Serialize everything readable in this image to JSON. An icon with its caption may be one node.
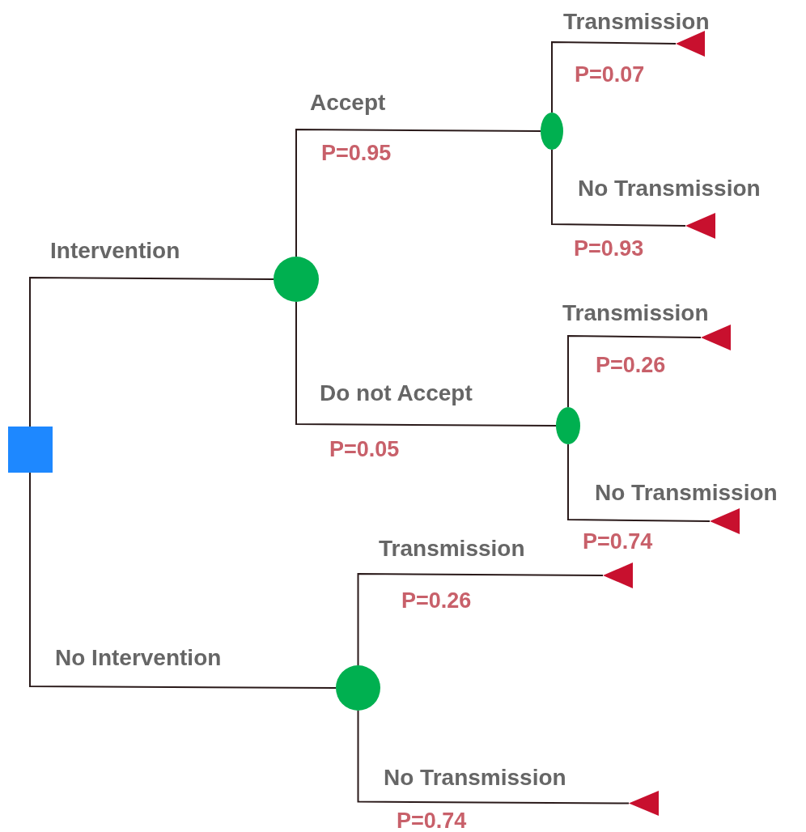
{
  "diagram": {
    "nodes": [
      {
        "text": [],
        "shape": "box"
      },
      {
        "text": [],
        "shape": "circle"
      },
      {
        "text": [],
        "shape": "circle"
      },
      {
        "text": [],
        "shape": "circle"
      },
      {
        "text": [],
        "shape": "circle"
      },
      {
        "text": [],
        "shape": "triangle"
      },
      {
        "text": [],
        "shape": "triangle"
      },
      {
        "text": [],
        "shape": "triangle"
      },
      {
        "text": [],
        "shape": "triangle"
      },
      {
        "text": [],
        "shape": "triangle"
      },
      {
        "text": [],
        "shape": "triangle"
      }
    ],
    "edges": [
      {
        "from": 0,
        "to": 1,
        "arrow": "none",
        "label": "Intervention"
      },
      {
        "from": 0,
        "to": 4,
        "arrow": "none",
        "label": "No Intervention"
      },
      {
        "from": 1,
        "to": 2,
        "arrow": "none",
        "label": "Accept"
      },
      {
        "from": 1,
        "to": 3,
        "arrow": "none",
        "label": "Do not Accept"
      },
      {
        "from": 2,
        "to": 5,
        "arrow": "none",
        "label": "Transmission"
      },
      {
        "from": 2,
        "to": 6,
        "arrow": "none",
        "label": "No Transmission"
      },
      {
        "from": 3,
        "to": 7,
        "arrow": "none",
        "label": "Transmission"
      },
      {
        "from": 3,
        "to": 8,
        "arrow": "none",
        "label": "No Transmission"
      },
      {
        "from": 4,
        "to": 9,
        "arrow": "none",
        "label": "Transmission"
      },
      {
        "from": 4,
        "to": 10,
        "arrow": "none",
        "label": "No Transmission"
      }
    ],
    "labels": [
      "P=0.07",
      "P=0.95",
      "P=0.93",
      "P=0.26",
      "P=0.05",
      "P=0.74",
      "P=0.26",
      "P=0.74"
    ]
  }
}
